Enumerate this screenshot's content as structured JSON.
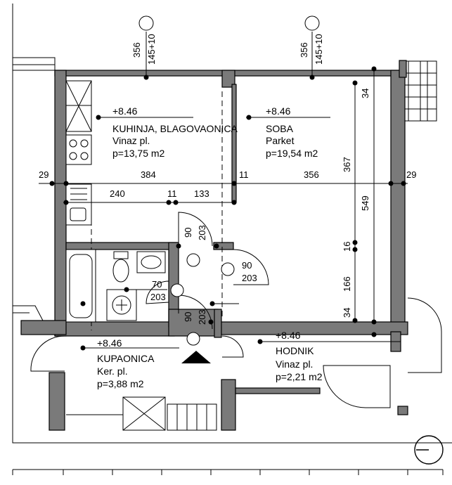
{
  "rooms": {
    "kitchen": {
      "level": "+8.46",
      "name": "KUHINJA, BLAGOVAONICA",
      "floor": "Vinaz pl.",
      "area": "p=13,75 m2"
    },
    "room": {
      "level": "+8.46",
      "name": "SOBA",
      "floor": "Parket",
      "area": "p=19,54 m2"
    },
    "bathroom": {
      "level": "+8.46",
      "name": "KUPAONICA",
      "floor": "Ker. pl.",
      "area": "p=3,88 m2"
    },
    "hallway": {
      "level": "+8.46",
      "name": "HODNIK",
      "floor": "Vinaz pl.",
      "area": "p=2,21 m2"
    }
  },
  "windows": {
    "left": {
      "width": "356",
      "height": "145+10"
    },
    "right": {
      "width": "356",
      "height": "145+10"
    }
  },
  "dimensions": {
    "wall_left": "29",
    "kitchen_width": "384",
    "partition": "11",
    "room_width": "356",
    "wall_right": "29",
    "seg_240": "240",
    "seg_11": "11",
    "seg_133": "133",
    "v_34_top": "34",
    "v_367": "367",
    "v_549": "549",
    "v_16": "16",
    "v_166": "166",
    "v_34_bottom": "34"
  },
  "doors": {
    "d1": {
      "width": "90",
      "height": "203"
    },
    "d2": {
      "width": "90",
      "height": "203"
    },
    "d3": {
      "width": "70",
      "height": "203"
    },
    "d4": {
      "width": "90",
      "height": "203"
    }
  },
  "icons": [
    "entrance-arrow-icon",
    "north-arrow-icon",
    "toilet-icon",
    "sink-icon",
    "bathtub-icon",
    "washing-machine-icon",
    "stove-icon",
    "kitchen-sink-icon"
  ],
  "colors": {
    "wall": "#7a7a7a",
    "line": "#000000",
    "background": "#ffffff"
  }
}
